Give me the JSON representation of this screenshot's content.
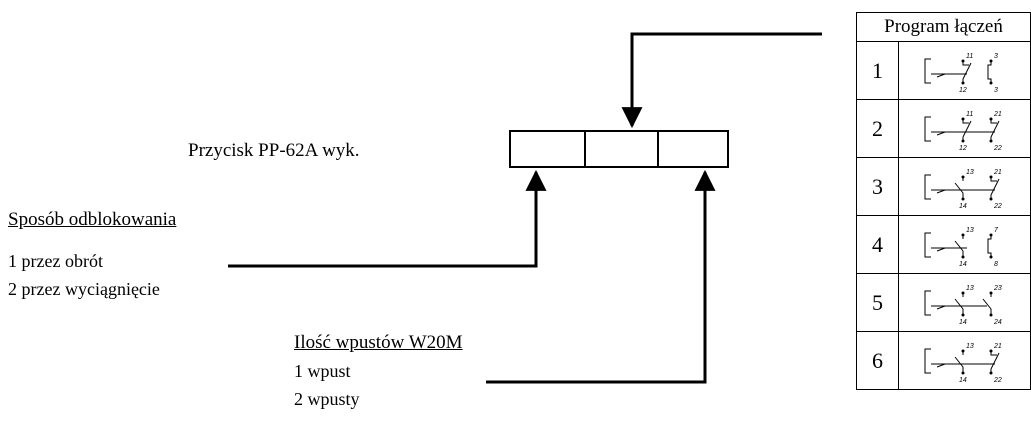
{
  "product_label": "Przycisk PP-62A wyk.",
  "unlock": {
    "heading": "Sposób odblokowania",
    "options": [
      "1 przez obrót",
      "2 przez wyciągnięcie"
    ]
  },
  "inserts": {
    "heading": "Ilość wpustów W20M",
    "options": [
      "1 wpust",
      "2 wpusty"
    ]
  },
  "program_table": {
    "header": "Program łączeń",
    "rows": [
      {
        "num": "1",
        "c1": [
          "11",
          "12"
        ],
        "c2": [
          "3",
          "3"
        ],
        "type": "nc-link"
      },
      {
        "num": "2",
        "c1": [
          "11",
          "12"
        ],
        "c2": [
          "21",
          "22"
        ],
        "type": "nc-nc"
      },
      {
        "num": "3",
        "c1": [
          "13",
          "14"
        ],
        "c2": [
          "21",
          "22"
        ],
        "type": "no-nc"
      },
      {
        "num": "4",
        "c1": [
          "13",
          "14"
        ],
        "c2": [
          "7",
          "8"
        ],
        "type": "no-link"
      },
      {
        "num": "5",
        "c1": [
          "13",
          "14"
        ],
        "c2": [
          "23",
          "24"
        ],
        "type": "no-no"
      },
      {
        "num": "6",
        "c1": [
          "13",
          "14"
        ],
        "c2": [
          "21",
          "22"
        ],
        "type": "no-nc"
      }
    ]
  }
}
